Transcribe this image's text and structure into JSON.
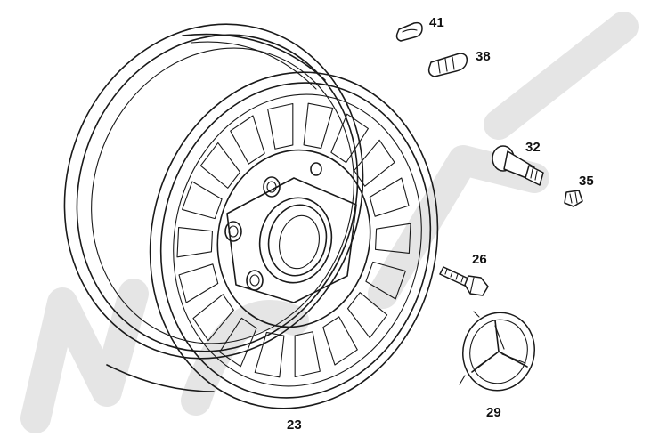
{
  "diagram": {
    "type": "exploded-parts-view",
    "callouts": [
      {
        "id": "41",
        "label": "41"
      },
      {
        "id": "38",
        "label": "38"
      },
      {
        "id": "32",
        "label": "32"
      },
      {
        "id": "35",
        "label": "35"
      },
      {
        "id": "26",
        "label": "26"
      },
      {
        "id": "23",
        "label": "23"
      },
      {
        "id": "29",
        "label": "29"
      }
    ]
  }
}
